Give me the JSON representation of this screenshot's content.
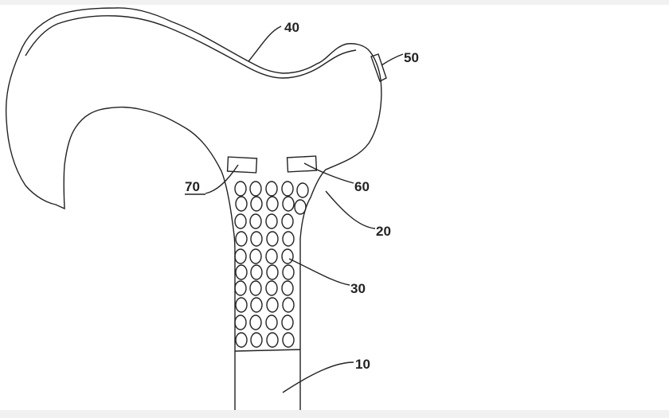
{
  "figure": {
    "labels": {
      "cane_shaft": "10",
      "handle": "20",
      "grip_holes": "30",
      "top_strip": "40",
      "button": "50",
      "sensor_right": "60",
      "sensor_left": "70"
    },
    "hole_rows": 10,
    "hole_columns": 4
  }
}
